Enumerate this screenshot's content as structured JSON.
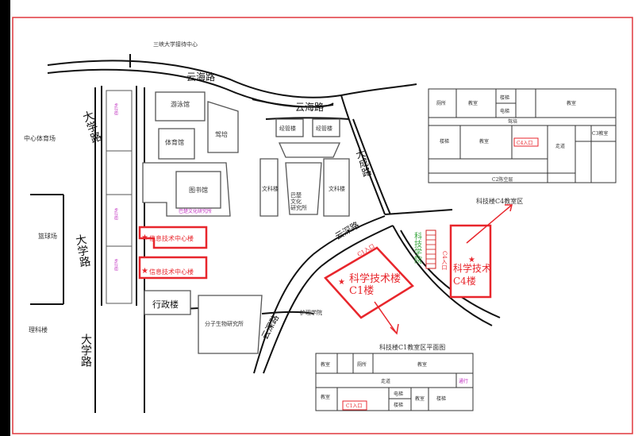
{
  "colors": {
    "frame": "#e0393e",
    "building_red": "#e8262c",
    "road": "#111111",
    "gray_building": "#555555",
    "magenta_label": "#c030c0",
    "green_label": "#3aa640",
    "hatch": "#d02020"
  },
  "roads": {
    "yunhai_1": "云海路",
    "yunhai_2": "云海路",
    "daxue_1": "大学路",
    "daxue_2": "大学路",
    "daxue_3": "大学路",
    "dacheng": "大成路",
    "yunshen_1": "云深路",
    "yunshen_2": "云深路"
  },
  "places": {
    "school_center": "三峡大学接待中心",
    "sports_center": "中心体育场",
    "basketball": "篮球场",
    "science_bldg": "理科楼",
    "swimming": "游泳馆",
    "gym": "体育馆",
    "restaurant": "驾培",
    "library": "图书馆",
    "library_sub": "巴楚文化研究所",
    "econ_1": "经管楼",
    "econ_2": "经管楼",
    "liberal_1": "文科楼",
    "liberal_2": "文科楼",
    "bachu": "巴楚\n文化\n研究所",
    "info_1": "信息技术中心楼",
    "info_2": "信息技术中心楼",
    "admin": "行政楼",
    "bio": "分子生物研究所",
    "nursing": "护理学院",
    "tech_c1_line1": "科学技术楼",
    "tech_c1_line2": "C1楼",
    "c1_entrance": "C1入口",
    "tech_c4_line1": "科学技术",
    "tech_c4_line2": "C4楼",
    "c4_entrance": "C4入口",
    "tech_college": "科技学院",
    "sidewalk_1": "步行街",
    "sidewalk_2": "步行街",
    "sidewalk_3": "步行街"
  },
  "c4_plan": {
    "title": "科技楼C4教室区",
    "toilet": "厕所",
    "classroom_1": "教室",
    "stair_1": "楼梯",
    "elevator": "电梯",
    "classroom_2": "教室",
    "corridor": "驾培",
    "stair_2": "楼梯",
    "classroom_3": "教室",
    "entrance": "C4入口",
    "walkway": "走道",
    "c3": "C3教室",
    "c2": "C2陈空层"
  },
  "c1_plan": {
    "title": "科技楼C1教室区平面图",
    "classroom_1": "教室",
    "toilet": "厕所",
    "classroom_2": "教室",
    "corridor": "走道",
    "exit": "通行",
    "classroom_3": "教室",
    "elevator": "电梯",
    "stair_1": "楼梯",
    "classroom_4": "教室",
    "stair_2": "楼梯",
    "entrance": "C1入口"
  }
}
